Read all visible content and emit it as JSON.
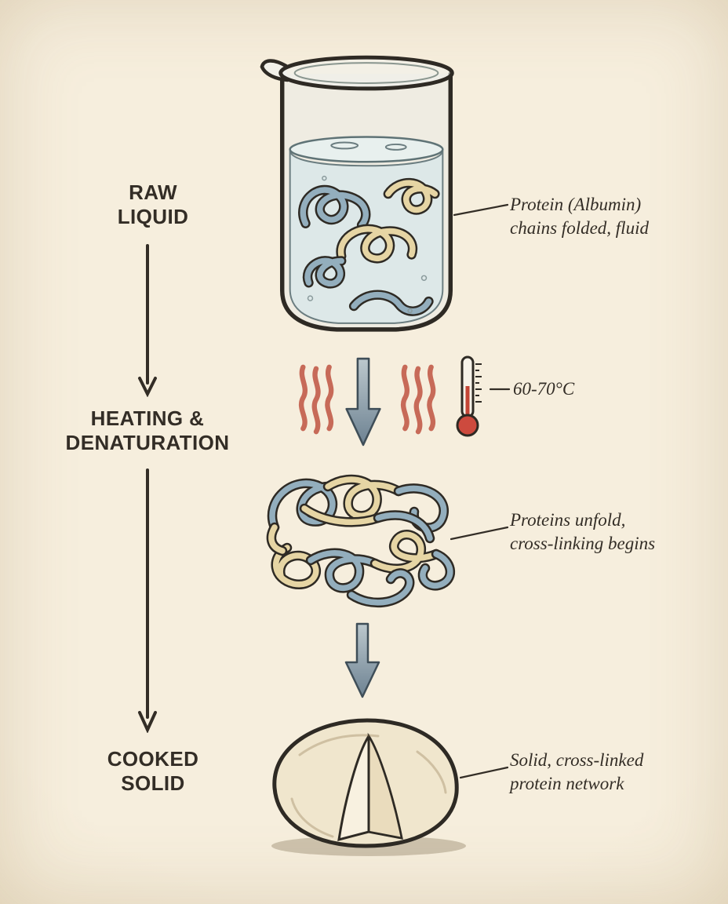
{
  "palette": {
    "background": "#f4ebd8",
    "ink": "#332d26",
    "heat_red": "#c76a58",
    "chain_blue": "#93aebd",
    "chain_tan": "#e6d5a4",
    "arrow_steel": "#6d8292",
    "liquid_blue": "#dde8e8",
    "solid_cream": "#f0e6cd"
  },
  "stages": {
    "raw": {
      "label": "RAW\nLIQUID"
    },
    "heating": {
      "label": "HEATING &\nDENATURATION"
    },
    "cooked": {
      "label": "COOKED\nSOLID"
    }
  },
  "temperature": {
    "label": "60-70°C"
  },
  "annotations": {
    "beaker": {
      "text": "Protein (Albumin)\nchains folded, fluid"
    },
    "tangle": {
      "text": "Proteins unfold,\ncross-linking begins"
    },
    "solid": {
      "text": "Solid, cross-linked\nprotein network"
    }
  },
  "icons": {
    "heat_waves": "heat-waves",
    "down_arrow": "down-arrow",
    "thermometer": "thermometer",
    "stage_arrow": "arrow-down"
  }
}
